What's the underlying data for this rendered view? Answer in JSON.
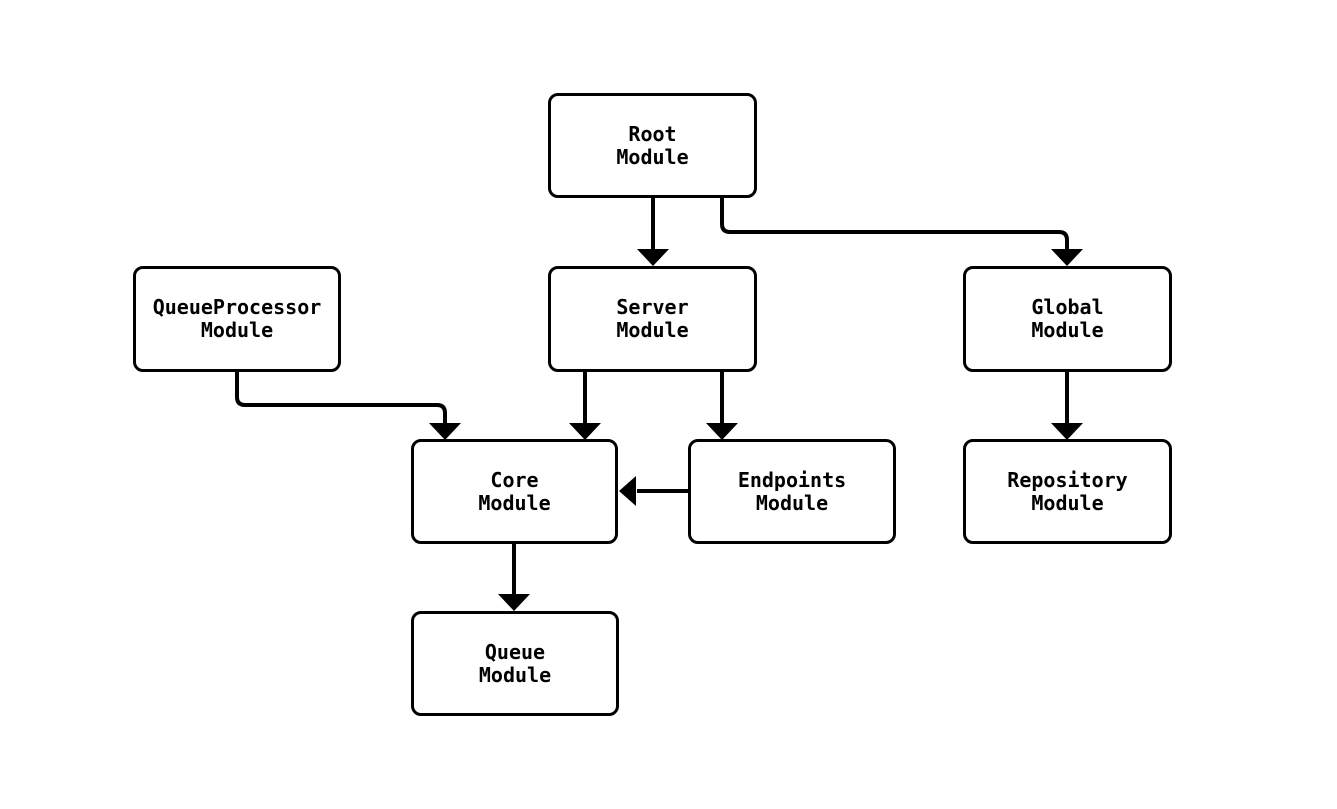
{
  "diagram": {
    "type": "flowchart",
    "direction": "top-down",
    "colors": {
      "background": "#ffffff",
      "node_fill": "#ffffff",
      "node_stroke": "#000000",
      "edge_stroke": "#000000",
      "text": "#000000"
    },
    "nodes": {
      "root": {
        "label": "Root\nModule"
      },
      "queue_processor": {
        "label": "QueueProcessor\nModule"
      },
      "server": {
        "label": "Server\nModule"
      },
      "global": {
        "label": "Global\nModule"
      },
      "core": {
        "label": "Core\nModule"
      },
      "endpoints": {
        "label": "Endpoints\nModule"
      },
      "repository": {
        "label": "Repository\nModule"
      },
      "queue": {
        "label": "Queue\nModule"
      }
    },
    "edges": [
      {
        "from": "root",
        "to": "server"
      },
      {
        "from": "root",
        "to": "global"
      },
      {
        "from": "queue_processor",
        "to": "core"
      },
      {
        "from": "server",
        "to": "core"
      },
      {
        "from": "server",
        "to": "endpoints"
      },
      {
        "from": "endpoints",
        "to": "core"
      },
      {
        "from": "global",
        "to": "repository"
      },
      {
        "from": "core",
        "to": "queue"
      }
    ]
  }
}
